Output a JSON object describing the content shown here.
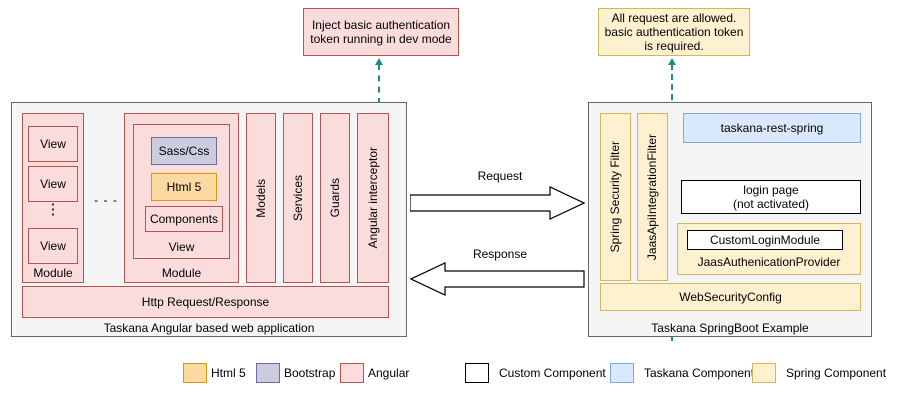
{
  "callouts": {
    "left": {
      "text": "Inject basic authentication token running in dev mode",
      "style": "angular"
    },
    "right": {
      "text": "All request are allowed. basic authentication token is required.",
      "style": "spring"
    }
  },
  "left_panel": {
    "caption": "Taskana Angular based web application",
    "module_simple": {
      "label": "Module",
      "views": [
        "View",
        "View",
        "View"
      ],
      "ellipsis": "⋮"
    },
    "between_modules": "- - -",
    "module_detail": {
      "label": "Module",
      "view_label": "View",
      "items": [
        {
          "label": "Sass/Css",
          "style": "bootstrap"
        },
        {
          "label": "Html 5",
          "style": "html5"
        },
        {
          "label": "Components",
          "style": "angular"
        }
      ]
    },
    "columns": [
      "Models",
      "Services",
      "Guards"
    ],
    "interceptor": "Angular interceptor",
    "http_bar": "Http Request/Response"
  },
  "arrows": {
    "request": "Request",
    "response": "Response"
  },
  "right_panel": {
    "caption": "Taskana SpringBoot Example",
    "filters": [
      "Spring Security Filter",
      "JaasApiIntegrationFilter"
    ],
    "rest_spring": "taskana-rest-spring",
    "login_page": "login page\n(not activated)",
    "login_page_line1": "login page",
    "login_page_line2": "(not activated)",
    "jaas_provider": {
      "inner": "CustomLoginModule",
      "label": "JaasAuthenicationProvider"
    },
    "web_security_config": "WebSecurityConfig"
  },
  "legend": {
    "left_group": [
      {
        "label": "Html 5",
        "style": "html5"
      },
      {
        "label": "Bootstrap",
        "style": "bootstrap"
      },
      {
        "label": "Angular",
        "style": "angular"
      }
    ],
    "right_group": [
      {
        "label": "Custom Component",
        "style": "custom"
      },
      {
        "label": "Taskana Component",
        "style": "taskana"
      },
      {
        "label": "Spring Component",
        "style": "spring"
      }
    ]
  },
  "colors": {
    "angular_fill": "#fadcdc",
    "angular_border": "#b85450",
    "bootstrap_fill": "#ccccdf",
    "bootstrap_border": "#6c6c9e",
    "html5_fill": "#fbd9a3",
    "html5_border": "#d79b00",
    "spring_fill": "#fdf1d0",
    "spring_border": "#d6b656",
    "taskana_fill": "#dae8fc",
    "taskana_border": "#7ea6e0",
    "custom_fill": "#ffffff",
    "custom_border": "#000000",
    "container_fill": "#f5f5f5",
    "container_border": "#666666",
    "connector": "#1f8a8a"
  }
}
